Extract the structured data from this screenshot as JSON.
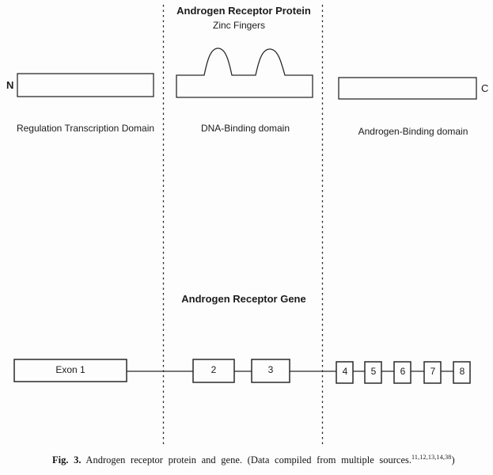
{
  "figure": {
    "protein": {
      "title": "Androgen Receptor Protein",
      "subtitle": "Zinc Fingers",
      "n_terminus": "N",
      "c_terminus": "C",
      "domains": [
        {
          "label": "Regulation Transcription Domain"
        },
        {
          "label": "DNA-Binding domain"
        },
        {
          "label": "Androgen-Binding domain"
        }
      ]
    },
    "gene": {
      "title": "Androgen Receptor Gene",
      "exons": [
        "Exon 1",
        "2",
        "3",
        "4",
        "5",
        "6",
        "7",
        "8"
      ]
    },
    "caption": {
      "label": "Fig. 3.",
      "text": " Androgen receptor protein and gene. (Data compiled from multiple sources.",
      "references": "11,12,13,14,38",
      "closing": ")"
    },
    "colors": {
      "ink": "#1f1f1f",
      "background": "#fdfdfd"
    }
  }
}
